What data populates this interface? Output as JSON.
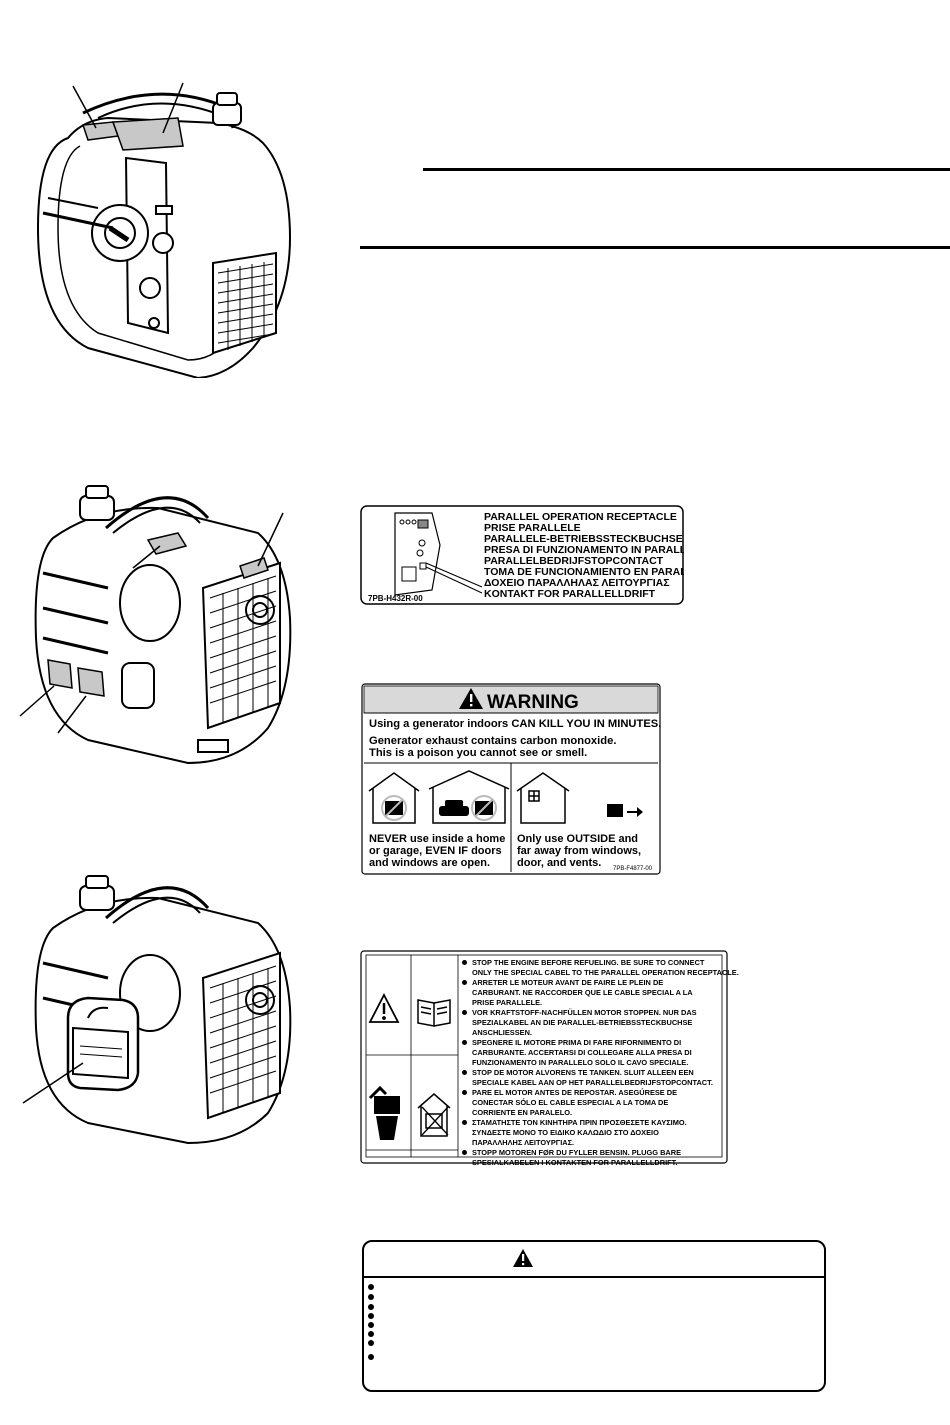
{
  "labels": {
    "parallel": {
      "code": "7PB-H432R-00",
      "lines": [
        "PARALLEL OPERATION RECEPTACLE",
        "PRISE PARALLELE",
        "PARALLELE-BETRIEBSSTECKBUCHSE",
        "PRESA DI FUNZIONAMENTO IN PARALLELO",
        "PARALLELBEDRIJFSTOPCONTACT",
        "TOMA DE FUNCIONAMIENTO EN PARALELO",
        "ΔΟΧΕΙΟ ΠΑΡΑΛΛΗΛΑΣ ΛΕΙΤΟΥΡΓΙΑΣ",
        "KONTAKT FOR PARALLELLDRIFT"
      ]
    },
    "co_warning": {
      "header": "WARNING",
      "line1": "Using a generator indoors CAN KILL YOU IN MINUTES.",
      "line2": "Generator exhaust contains carbon monoxide.",
      "line3": "This is a poison you cannot see or smell.",
      "never_text": [
        "NEVER use inside a home",
        "or garage, EVEN IF doors",
        "and windows are open."
      ],
      "outside_text": [
        "Only use OUTSIDE and",
        "far away from windows,",
        "door, and vents."
      ],
      "code": "7PB-F4877-00"
    },
    "refuel": {
      "items": [
        [
          "STOP THE ENGINE BEFORE REFUELING. BE SURE TO CONNECT",
          "ONLY THE SPECIAL CABEL TO THE PARALLEL OPERATION RECEPTACLE."
        ],
        [
          "ARRETER LE MOTEUR AVANT DE FAIRE LE PLEIN DE",
          "CARBURANT. NE RACCORDER QUE LE CABLE SPECIAL A LA",
          "PRISE PARALLELE."
        ],
        [
          "VOR KRAFTSTOFF-NACHFÜLLEN MOTOR STOPPEN. NUR DAS",
          "SPEZIALKABEL AN DIE PARALLEL-BETRIEBSSTECKBUCHSE",
          "ANSCHLIESSEN."
        ],
        [
          "SPEGNERE IL MOTORE PRIMA DI FARE RIFORNIMENTO DI",
          "CARBURANTE. ACCERTARSI DI COLLEGARE ALLA PRESA DI",
          "FUNZIONAMENTO IN PARALLELO SOLO IL CAVO SPECIALE."
        ],
        [
          "STOP DE MOTOR ALVORENS TE TANKEN. SLUIT ALLEEN EEN",
          "SPECIALE KABEL AAN OP HET PARALLELBEDRIJFSTOPCONTACT."
        ],
        [
          "PARE EL MOTOR ANTES DE REPOSTAR. ASEGÚRESE DE",
          "CONECTAR SÓLO EL CABLE ESPECIAL A LA TOMA DE",
          "CORRIENTE EN PARALELO."
        ],
        [
          "ΣΤΑΜΑΤΗΣΤΕ ΤΟΝ ΚΙΝΗΤΗΡΑ ΠΡΙΝ ΠΡΟΣΘΕΣΕΤΕ ΚΑΥΣΙΜΟ.",
          "ΣΥΝΔΕΣΤΕ ΜΟΝΟ ΤΟ ΕΙΔΙΚΟ ΚΑΛΩΔΙΟ ΣΤΟ ΔΟΧΕΙΟ",
          "ΠΑΡΑΛΛΗΛΗΣ ΛΕΙΤΟΥΡΓΙΑΣ."
        ],
        [
          "STOPP MOTOREN FØR DU FYLLER BENSIN. PLUGG BARE",
          "SPESIALKABELEN I KONTAKTEN FOR PARALLELLDRIFT."
        ]
      ]
    }
  },
  "caution": {
    "bullet_count": 8
  },
  "colors": {
    "ink": "#000000",
    "label_header": "#d9d9d9",
    "paper": "#ffffff"
  }
}
